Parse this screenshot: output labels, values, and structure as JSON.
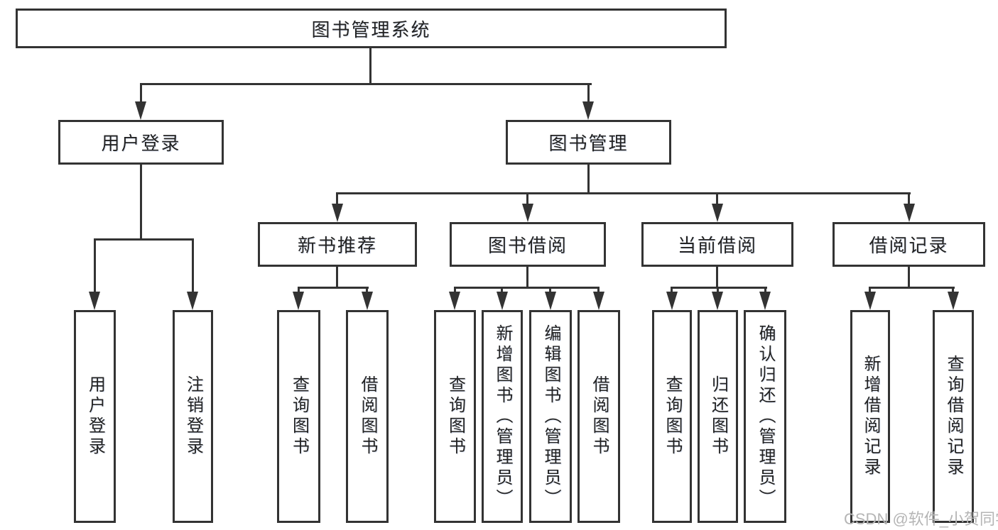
{
  "diagram": {
    "type": "hierarchy",
    "tree": {
      "label": "图书管理系统",
      "children": [
        {
          "label": "用户登录",
          "children": [
            {
              "label": "用户登录"
            },
            {
              "label": "注销登录"
            }
          ]
        },
        {
          "label": "图书管理",
          "children": [
            {
              "label": "新书推荐",
              "children": [
                {
                  "label": "查询图书"
                },
                {
                  "label": "借阅图书"
                }
              ]
            },
            {
              "label": "图书借阅",
              "children": [
                {
                  "label": "查询图书"
                },
                {
                  "label": "新增图书（管理员）"
                },
                {
                  "label": "编辑图书（管理员）"
                },
                {
                  "label": "借阅图书"
                }
              ]
            },
            {
              "label": "当前借阅",
              "children": [
                {
                  "label": "查询图书"
                },
                {
                  "label": "归还图书"
                },
                {
                  "label": "确认归还（管理员）"
                }
              ]
            },
            {
              "label": "借阅记录",
              "children": [
                {
                  "label": "新增借阅记录"
                },
                {
                  "label": "查询借阅记录"
                }
              ]
            }
          ]
        }
      ]
    },
    "colors": {
      "line": "#333333",
      "text": "#222222",
      "watermark": "#b5b5b5",
      "background": "#ffffff"
    }
  },
  "watermark": {
    "text": "CSDN @软件_小贺同学"
  }
}
